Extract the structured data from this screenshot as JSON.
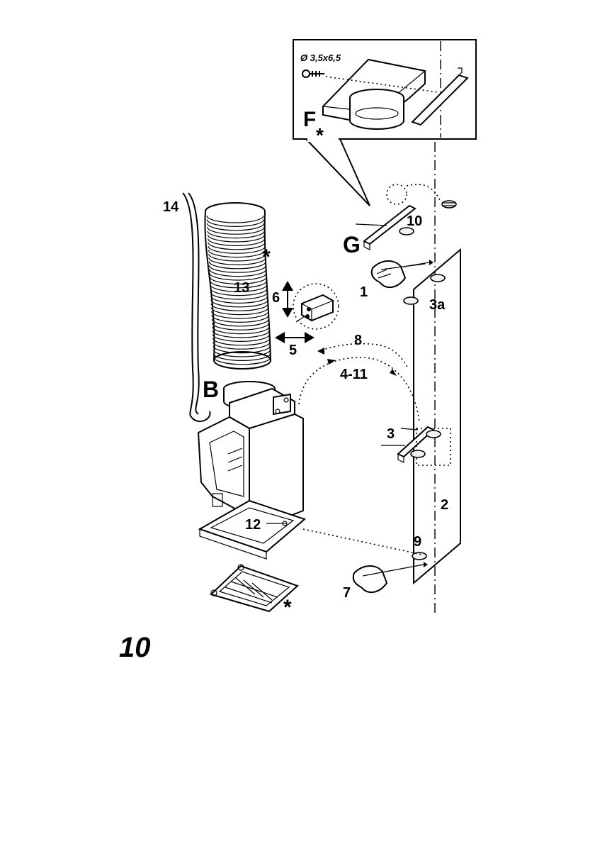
{
  "inset": {
    "screw_spec": "Ø 3,5x6,5",
    "label": "F",
    "star": "*"
  },
  "labels": {
    "bracket_G": "G",
    "blower_B": "B",
    "hose": "14",
    "duct": "13",
    "duct_star": "*",
    "step_6": "6",
    "step_5": "5",
    "step_8": "8",
    "step_4_11": "4-11",
    "step_10": "10",
    "step_1": "1",
    "step_3a": "3a",
    "step_3": "3",
    "step_2": "2",
    "step_12": "12",
    "step_9": "9",
    "step_7": "7",
    "filter_star": "*"
  },
  "figure_number": "10"
}
